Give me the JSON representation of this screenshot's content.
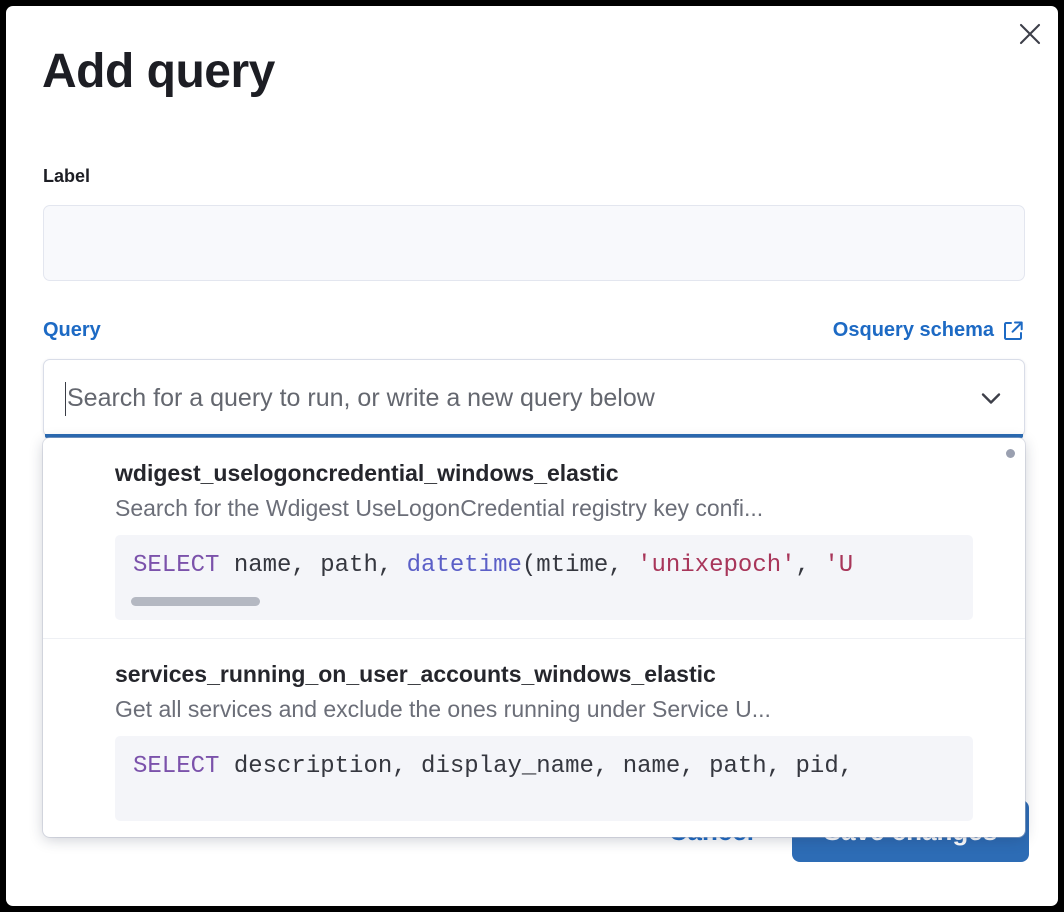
{
  "modal": {
    "title": "Add query",
    "close_icon": "close-icon"
  },
  "label_field": {
    "label": "Label",
    "value": "",
    "placeholder": ""
  },
  "query_section": {
    "link_label": "Query",
    "schema_link_label": "Osquery schema",
    "schema_link_icon": "external-link-icon"
  },
  "combobox": {
    "placeholder": "Search for a query to run, or write a new query below",
    "value": "",
    "chevron_icon": "chevron-down-icon"
  },
  "dropdown": {
    "items": [
      {
        "title": "wdigest_uselogoncredential_windows_elastic",
        "description": "Search for the Wdigest UseLogonCredential registry key confi...",
        "code_tokens": [
          {
            "t": "SELECT",
            "c": "kw"
          },
          {
            "t": " name, path, ",
            "c": "plain"
          },
          {
            "t": "datetime",
            "c": "fn"
          },
          {
            "t": "(mtime, ",
            "c": "plain"
          },
          {
            "t": "'unixepoch'",
            "c": "str"
          },
          {
            "t": ", ",
            "c": "plain"
          },
          {
            "t": "'U",
            "c": "str"
          }
        ],
        "has_scrollbar": true
      },
      {
        "title": "services_running_on_user_accounts_windows_elastic",
        "description": "Get all services and exclude the ones running under Service U...",
        "code_tokens": [
          {
            "t": "SELECT",
            "c": "kw"
          },
          {
            "t": " description, display_name, name, path, pid,",
            "c": "plain"
          }
        ],
        "has_scrollbar": false
      }
    ]
  },
  "footer": {
    "cancel_label": "Cancel",
    "save_label": "Save changes"
  },
  "colors": {
    "accent_blue": "#1d6ac4",
    "button_blue": "#2d6cb5",
    "focus_bar": "#2b6bb3",
    "code_bg": "#f4f5f9",
    "input_bg": "#f8f9fc",
    "title_text": "#1d1e24",
    "muted_text": "#6b6e78",
    "sql_keyword": "#7b52ab",
    "sql_function": "#5b5fc7",
    "sql_string": "#a8365a"
  }
}
